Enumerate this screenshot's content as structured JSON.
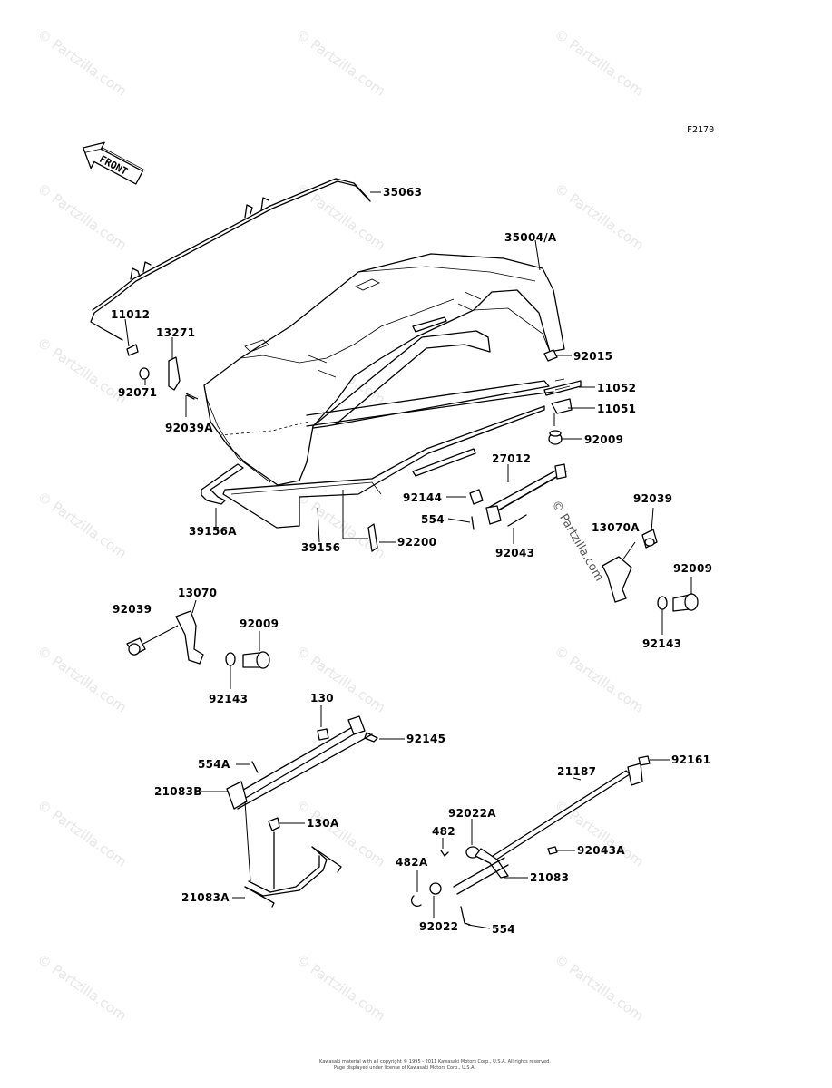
{
  "diagram_code": "F2170",
  "front_label": "FRONT",
  "watermark": "© Partzilla.com",
  "footer": {
    "line1": "Kawasaki material with all copyright © 1995 - 2011 Kawasaki Motors Corp., U.S.A. All rights reserved.",
    "line2": "Page displayed under license of Kawasaki Motors Corp., U.S.A."
  },
  "parts": {
    "p35063": "35063",
    "p35004A": "35004/A",
    "p11012": "11012",
    "p13271": "13271",
    "p92071": "92071",
    "p92039A": "92039A",
    "p92015": "92015",
    "p11052": "11052",
    "p11051": "11051",
    "p92009a": "92009",
    "p27012": "27012",
    "p92144": "92144",
    "p554": "554",
    "p92043": "92043",
    "p92039b": "92039",
    "p13070A": "13070A",
    "p92009b": "92009",
    "p92143a": "92143",
    "p39156A": "39156A",
    "p39156": "39156",
    "p92200": "92200",
    "p13070": "13070",
    "p92039c": "92039",
    "p92009c": "92009",
    "p92143b": "92143",
    "p130": "130",
    "p92145": "92145",
    "p554A": "554A",
    "p21083B": "21083B",
    "p130A": "130A",
    "p21083A": "21083A",
    "p21187": "21187",
    "p92161": "92161",
    "p92022A": "92022A",
    "p482": "482",
    "p482A": "482A",
    "p92043A": "92043A",
    "p21083": "21083",
    "p554b": "554",
    "p92022": "92022"
  }
}
